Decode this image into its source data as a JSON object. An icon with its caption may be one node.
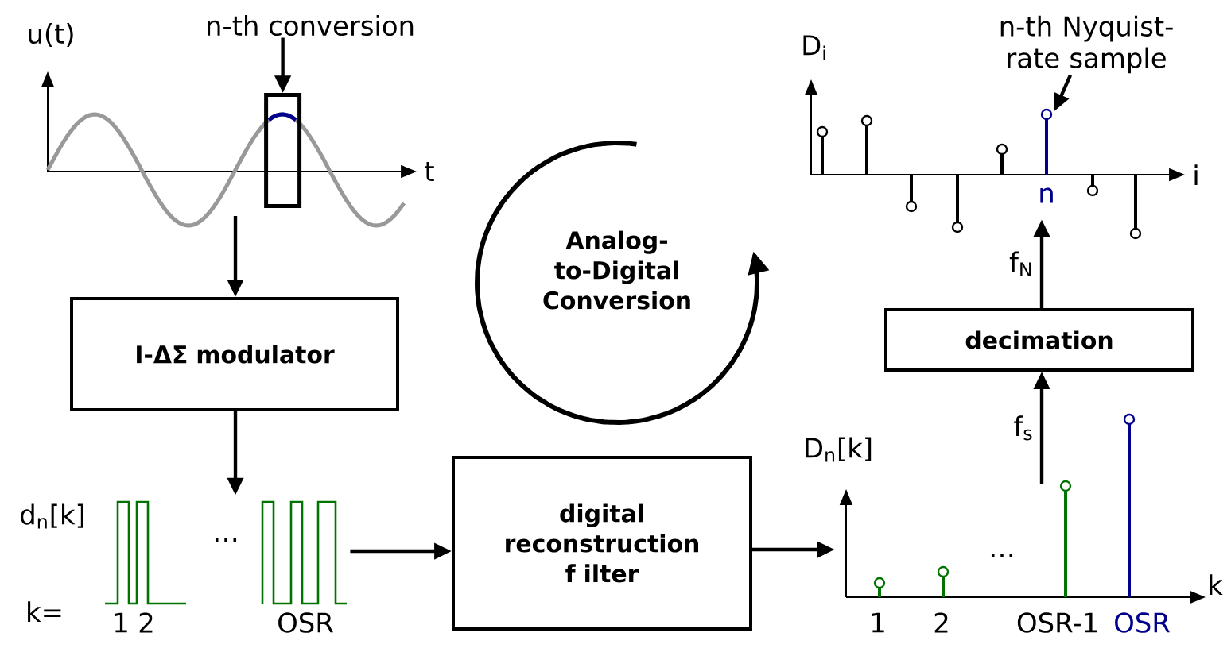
{
  "diagram": {
    "nodes": [
      {
        "text": [],
        "shape": "picture"
      },
      {
        "text": [
          "n-th conversion"
        ]
      },
      {
        "text": [],
        "shape": "box",
        "in": 0
      },
      {
        "text": [
          "I-ΔΣ modulator"
        ]
      },
      {
        "text": [],
        "shape": "picture"
      },
      {
        "text": [
          "digital reconstruction f ilter"
        ]
      },
      {
        "text": [],
        "shape": "picture"
      },
      {
        "text": [
          "decimation"
        ]
      },
      {
        "text": [],
        "shape": "picture"
      },
      {
        "text": [
          "n-th Nyquist-rate sample"
        ]
      },
      {
        "text": [
          "Analog-to-Digital Conversion"
        ]
      }
    ],
    "edges": [
      {
        "from": 1,
        "to": 2,
        "arrow": "to"
      },
      {
        "from": 0,
        "to": 3,
        "arrow": "to"
      },
      {
        "from": 3,
        "to": 4,
        "arrow": "to"
      },
      {
        "from": 4,
        "to": 5,
        "arrow": "to"
      },
      {
        "from": 5,
        "to": 6,
        "arrow": "to"
      },
      {
        "from": 6,
        "to": 7,
        "arrow": "to",
        "label": "f$_{s}$"
      },
      {
        "from": 7,
        "to": 8,
        "arrow": "to",
        "label": "f$_{N}$"
      },
      {
        "from": 9,
        "to": 8,
        "arrow": "to"
      }
    ],
    "labels": [
      "u(t)",
      "t",
      "d$_{n}$[k]",
      "k=",
      "1",
      "2",
      "…",
      "OSR",
      "D$_{n}$[k]",
      "k",
      "1",
      "2",
      "…",
      "OSR-1",
      "OSR",
      "D$_{i}$",
      "i",
      "n"
    ]
  }
}
